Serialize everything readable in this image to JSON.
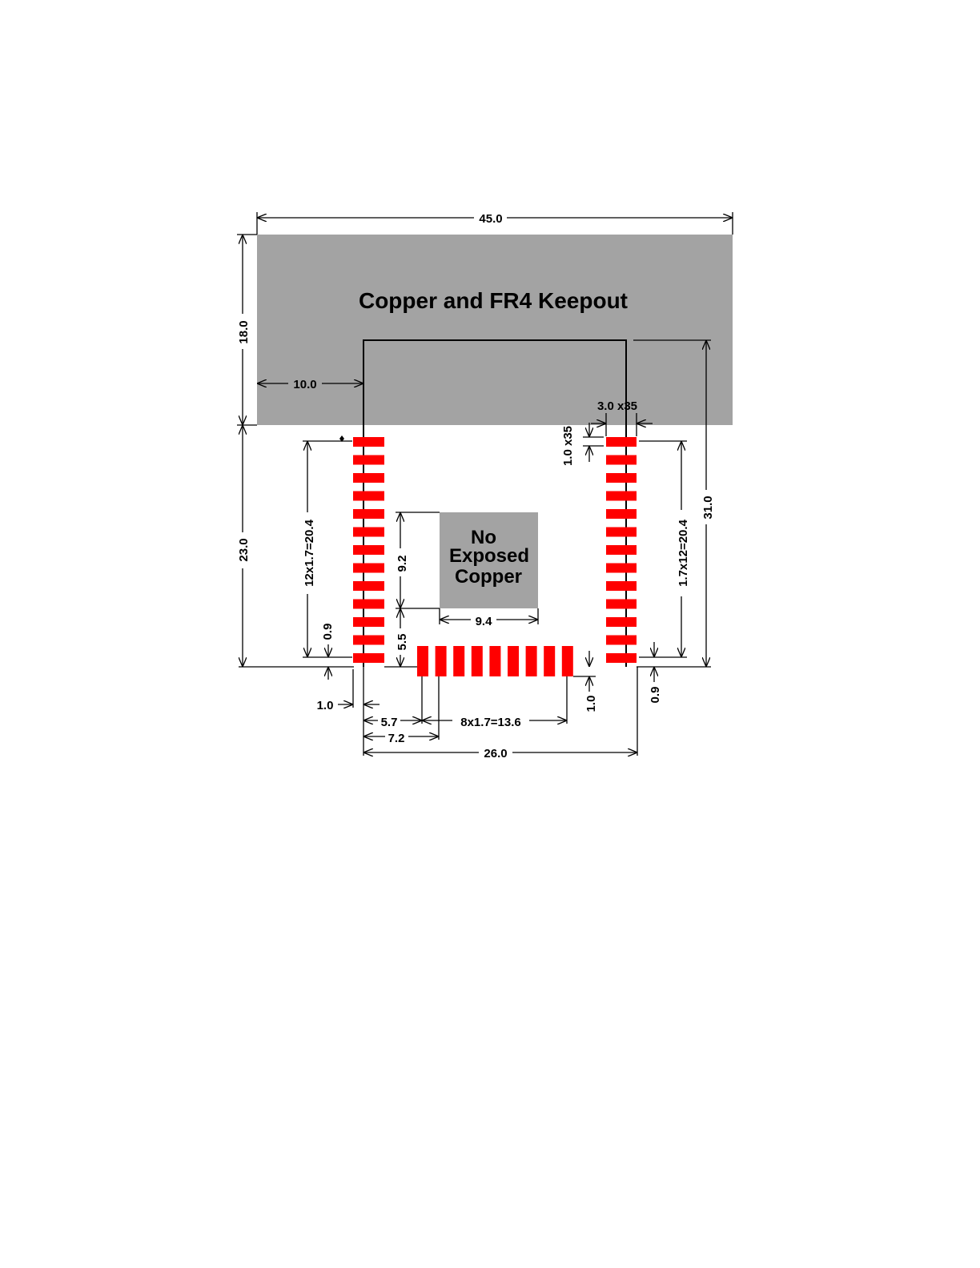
{
  "colors": {
    "keepout": "#a3a3a3",
    "pad": "#ff0000",
    "line": "#000000",
    "background": "#ffffff"
  },
  "labels": {
    "keepout": "Copper and FR4 Keepout",
    "no_exposed_1": "No",
    "no_exposed_2": "Exposed",
    "no_exposed_3": "Copper"
  },
  "dimensions": {
    "width_45": "45.0",
    "height_18": "18.0",
    "offset_10": "10.0",
    "height_23": "23.0",
    "height_31": "31.0",
    "pad_size": "3.0 x35",
    "pad_height": "1.0 x35",
    "left_pitch": "12x1.7=20.4",
    "right_pitch": "1.7x12=20.4",
    "left_09": "0.9",
    "right_09": "0.9",
    "height_92": "9.2",
    "height_55": "5.5",
    "width_94": "9.4",
    "left_10": "1.0",
    "bottom_10": "1.0",
    "offset_57": "5.7",
    "offset_72": "7.2",
    "bottom_pitch": "8x1.7=13.6",
    "width_26": "26.0"
  },
  "pads": {
    "left_count": 13,
    "right_count": 13,
    "bottom_count": 9
  }
}
